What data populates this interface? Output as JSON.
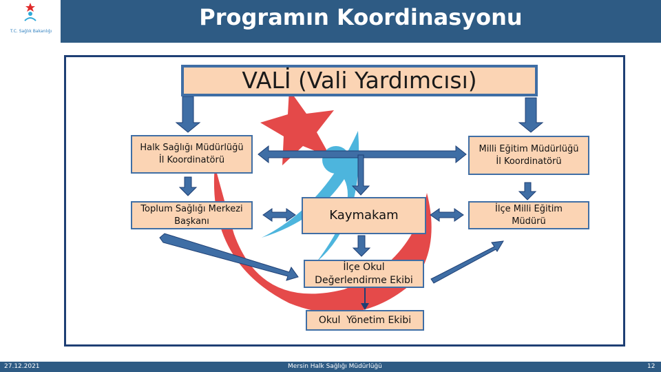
{
  "header": {
    "title": "Programın Koordinasyonu",
    "logo_text": "T.C. Sağlık Bakanlığı"
  },
  "colors": {
    "header_bg": "#2e5b84",
    "box_fill": "#fbd4b4",
    "box_border": "#3f6ea5",
    "arrow_fill": "#3f6ea5",
    "frame_border": "#1e3f74",
    "watermark_red": "#e02a2a",
    "watermark_blue": "#2fa9d8"
  },
  "nodes": {
    "vali": "VALİ (Vali Yardımcısı)",
    "halk_sagligi": "Halk Sağlığı Müdürlüğü\nİl Koordinatörü",
    "milli_egitim": "Milli Eğitim Müdürlüğü\nİl Koordinatörü",
    "toplum_sagligi": "Toplum Sağlığı Merkezi\nBaşkanı",
    "kaymakam": "Kaymakam",
    "ilce_milli_egitim": "İlçe Milli Eğitim\nMüdürü",
    "ilce_okul": "İlçe Okul\nDeğerlendirme Ekibi",
    "okul_yonetim": "Okul  Yönetim Ekibi"
  },
  "footer": {
    "date": "27.12.2021",
    "organization": "Mersin Halk Sağlığı Müdürlüğü",
    "page_number": "12"
  }
}
